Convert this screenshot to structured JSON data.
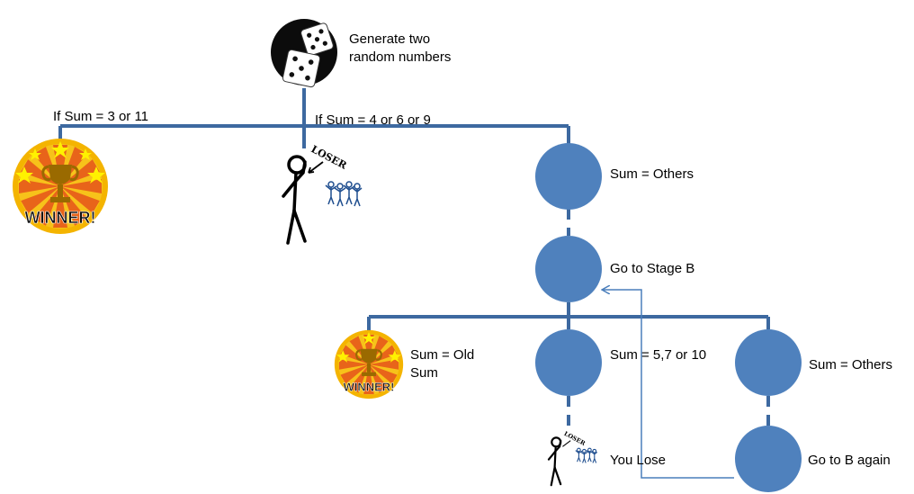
{
  "dice": {
    "label": "Generate two random numbers"
  },
  "branches": {
    "left_condition": "If Sum = 3 or 11",
    "middle_condition": "If Sum = 4 or 6 or 9"
  },
  "icons": {
    "winner_text": "WINNER!",
    "loser_text": "LOSER"
  },
  "nodes": {
    "sum_others_top": "Sum = Others",
    "go_stage_b": "Go to Stage B",
    "sum_old_sum": "Sum = Old Sum",
    "sum_5_7_10": "Sum = 5,7 or 10",
    "sum_others_b": "Sum = Others",
    "you_lose": "You Lose",
    "go_b_again": "Go to B again"
  },
  "colors": {
    "line": "#3d69a0",
    "circle": "#4f81bd",
    "arrow": "#4a7ebb",
    "gold": "#f4b400",
    "orange": "#e8641a"
  }
}
